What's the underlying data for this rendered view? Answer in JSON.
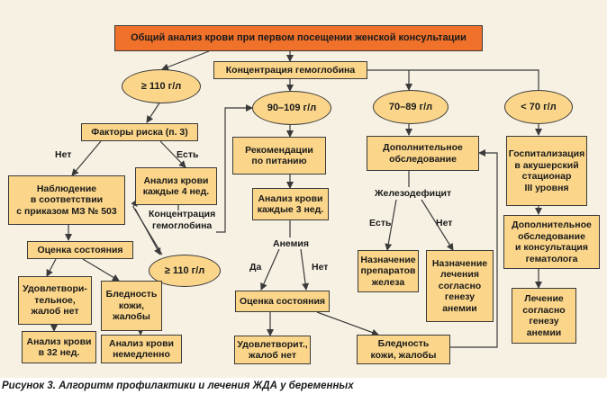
{
  "diagram": {
    "header": "Общий анализ крови при первом посещении женской консультации",
    "nodes": {
      "hb_ge110": "≥ 110 г/л",
      "hb_concentration": "Концентрация гемоглобина",
      "hb_90_109": "90–109 г/л",
      "hb_70_89": "70–89 г/л",
      "hb_lt70": "< 70 г/л",
      "risk_factors": "Факторы риска (п. 3)",
      "observation": "Наблюдение\nв соответствии\nс приказом МЗ № 503",
      "blood_test_4w": "Анализ крови\nкаждые 4 нед.",
      "hb_ge110_repeat": "≥ 110 г/л",
      "assess_left": "Оценка состояния",
      "satisfactory_left": "Удовлетвори-\nтельное,\nжалоб нет",
      "pallor_left": "Бледность\nкожи,\nжалобы",
      "blood_test_32w": "Анализ крови\nв 32 нед.",
      "blood_test_now": "Анализ крови\nнемедленно",
      "nutrition": "Рекомендации\nпо питанию",
      "blood_test_3w": "Анализ крови\nкаждые 3 нед.",
      "assess_mid": "Оценка состояния",
      "satisfactory_mid": "Удовлетворит.,\nжалоб нет",
      "pallor_mid": "Бледность\nкожи, жалобы",
      "extra_exam": "Дополнительное\nобследование",
      "iron_prep": "Назначение\nпрепаратов\nжелеза",
      "treatment_genesis": "Назначение\nлечения\nсогласно\nгенезу\nанемии",
      "hospitalization": "Госпитализация\nв акушерский\nстационар\nIII уровня",
      "extra_consult": "Дополнительное\nобследование\nи консультация\nгематолога",
      "treatment_right": "Лечение\nсогласно\nгенезу\nанемии"
    },
    "labels": {
      "no_left": "Нет",
      "yes_left": "Есть",
      "hb_concentration_label": "Концентрация\nгемоглобина",
      "anemia": "Анемия",
      "yes_mid": "Да",
      "no_mid": "Нет",
      "iron_deficiency": "Железодефицит",
      "yes_right": "Есть",
      "no_right": "Нет"
    },
    "colors": {
      "box_fill": "#fbd68a",
      "header_fill": "#f0712a",
      "background": "#f7f1e3",
      "line": "#3a3a3a"
    }
  },
  "caption": "Рисунок 3. Алгоритм профилактики и лечения ЖДА у беременных"
}
